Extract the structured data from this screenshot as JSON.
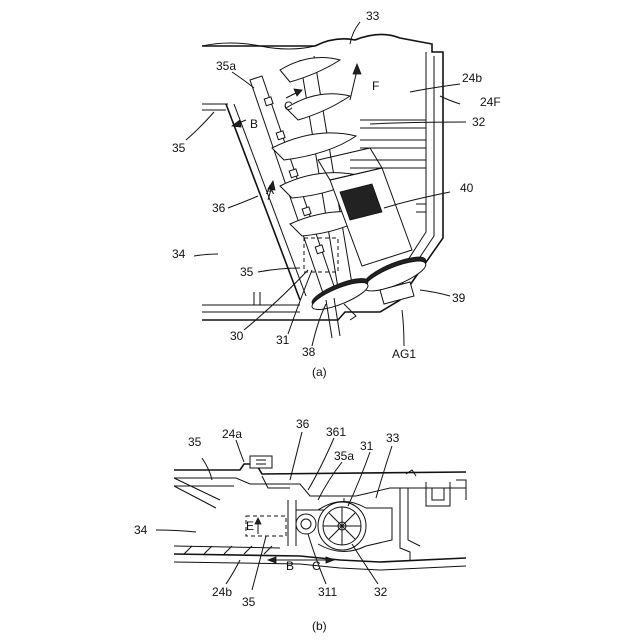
{
  "figure_a": {
    "caption": "(a)",
    "labels": {
      "l33": "33",
      "l35a": "35a",
      "lC": "C",
      "lF": "F",
      "l24b": "24b",
      "l24F": "24F",
      "l35_top": "35",
      "lB": "B",
      "l32": "32",
      "l40": "40",
      "l36": "36",
      "lA": "A",
      "l34": "34",
      "l35_mid": "35",
      "l39": "39",
      "l30": "30",
      "l31": "31",
      "l38": "38",
      "lAG1": "AG1"
    }
  },
  "figure_b": {
    "caption": "(b)",
    "labels": {
      "l36": "36",
      "l361": "361",
      "l35": "35",
      "l24a": "24a",
      "l35a": "35a",
      "l31": "31",
      "l33": "33",
      "l34": "34",
      "lE": "E",
      "lB": "B",
      "lC": "C",
      "l24b": "24b",
      "l35_bot": "35",
      "l311": "311",
      "l32": "32"
    }
  }
}
